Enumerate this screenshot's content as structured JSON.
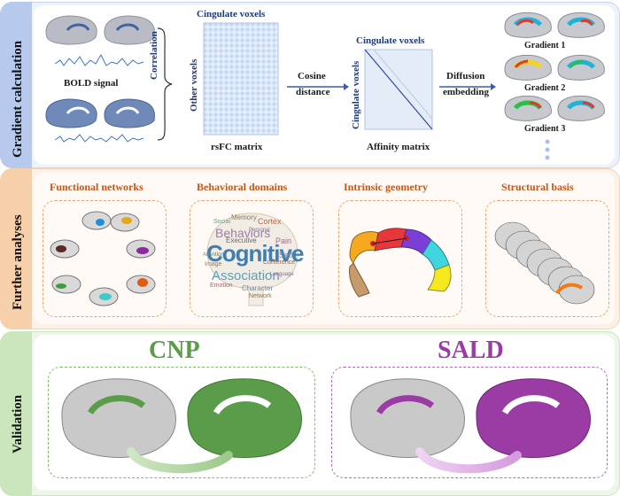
{
  "sections": {
    "gradient": {
      "title": "Gradient calculation",
      "bold_signal": "BOLD signal",
      "correlation": "Correlation",
      "cingulate_voxels_top": "Cingulate voxels",
      "other_voxels": "Other voxels",
      "rsfc_matrix": "rsFC matrix",
      "cosine": "Cosine",
      "distance": "distance",
      "cingulate_voxels_affinity_top": "Cingulate voxels",
      "cingulate_voxels_affinity_side": "Cingulate voxels",
      "affinity_matrix": "Affinity matrix",
      "diffusion": "Diffusion",
      "embedding": "embedding",
      "gradients": [
        "Gradient 1",
        "Gradient 2",
        "Gradient 3"
      ]
    },
    "further": {
      "title": "Further analyses",
      "cards": [
        "Functional networks",
        "Behavioral domains",
        "Intrinsic geometry",
        "Structural basis"
      ],
      "wordcloud": {
        "main": "Cognitive",
        "words": [
          "Behaviors",
          "Association",
          "Memory",
          "Cortex",
          "Executive",
          "Pain",
          "Self",
          "Conference",
          "Character",
          "Network",
          "Image",
          "Personal",
          "Emotion",
          "Attention",
          "Language",
          "Social"
        ]
      }
    },
    "validation": {
      "title": "Validation",
      "datasets": [
        "CNP",
        "SALD"
      ]
    }
  },
  "colors": {
    "blue_panel": "#eef3fb",
    "blue_side": "#b7c9ec",
    "orange_panel": "#fdf1e6",
    "orange_side": "#f6cfab",
    "green_panel": "#eef6e9",
    "green_side": "#cbe5bd",
    "cnp_green": "#5b9c4a",
    "sald_purple": "#9b3ca5"
  }
}
